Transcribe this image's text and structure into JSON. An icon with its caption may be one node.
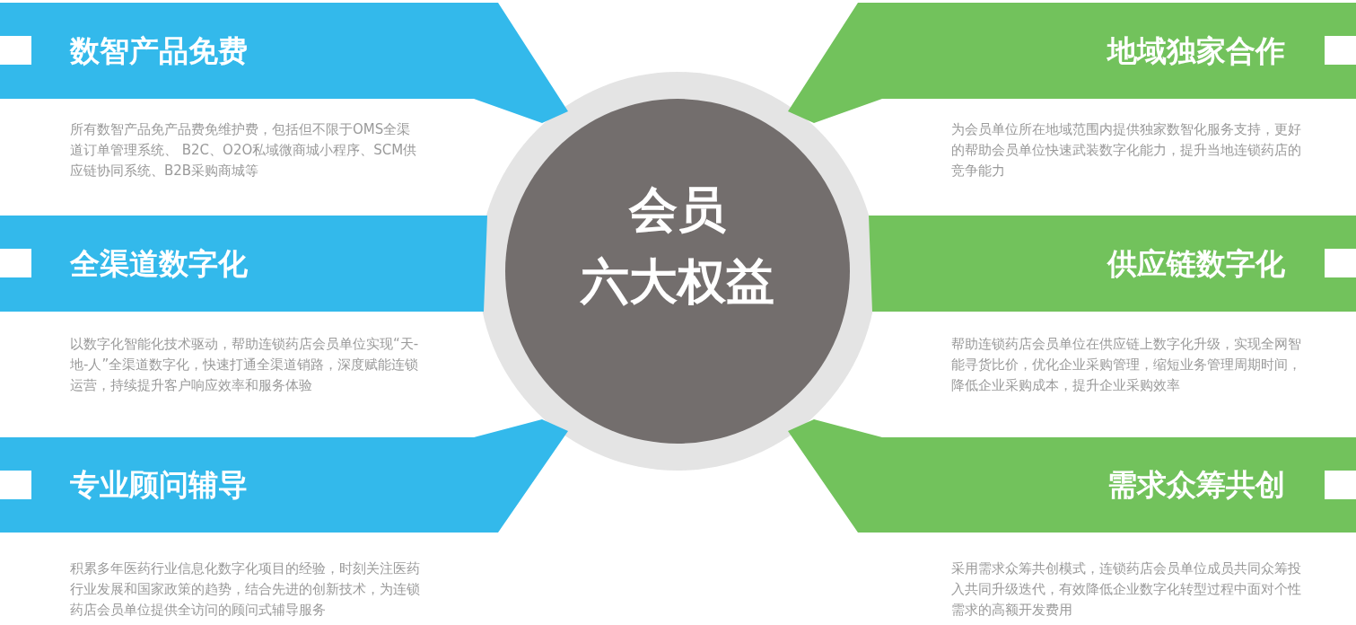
{
  "diagram": {
    "nodes": [
      {
        "text": [
          "会员",
          "六大权益"
        ]
      },
      {
        "text": [
          "数智产品免费"
        ],
        "beside": [
          "所有数智产品免产品费免维护费，包括但不限于OMS全渠道订单管理系统、 B2C、O2O私域微商城小程序、SCM供应链协同系统、B2B采购商城等"
        ]
      },
      {
        "text": [
          "全渠道数字化"
        ],
        "beside": [
          "以数字化智能化技术驱动，帮助连锁药店会员单位实现“天-地-人”全渠道数字化，快速打通全渠道销路，深度赋能连锁运营，持续提升客户响应效率和服务体验"
        ]
      },
      {
        "text": [
          "专业顾问辅导"
        ],
        "beside": [
          "积累多年医药行业信息化数字化项目的经验，时刻关注医药行业发展和国家政策的趋势，结合先进的创新技术，为连锁药店会员单位提供全访问的顾问式辅导服务"
        ]
      },
      {
        "text": [
          "地域独家合作"
        ],
        "beside": [
          "为会员单位所在地域范围内提供独家数智化服务支持，更好的帮助会员单位快速武装数字化能力，提升当地连锁药店的竞争能力"
        ]
      },
      {
        "text": [
          "供应链数字化"
        ],
        "beside": [
          "帮助连锁药店会员单位在供应链上数字化升级，实现全网智能寻货比价，优化企业采购管理，缩短业务管理周期时间，降低企业采购成本，提升企业采购效率"
        ]
      },
      {
        "text": [
          "需求众筹共创"
        ],
        "beside": [
          "采用需求众筹共创模式，连锁药店会员单位成员共同众筹投入共同升级迭代，有效降低企业数字化转型过程中面对个性需求的高额开发费用"
        ]
      }
    ]
  }
}
